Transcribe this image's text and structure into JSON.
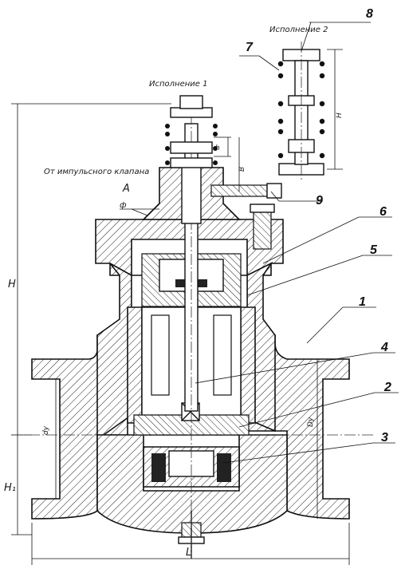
{
  "labels": {
    "variant1": "Исполнение 1",
    "variant2": "Исполнение 2",
    "from_valve": "От импульсного клапана",
    "view_a": "А",
    "phi": "ф"
  },
  "dimensions": {
    "H": "H",
    "H1": "H₁",
    "L": "L",
    "du": "dу",
    "Du": "Dу",
    "h_small": "h",
    "h_variant2": "H",
    "B": "B"
  },
  "callouts": [
    "1",
    "2",
    "3",
    "4",
    "5",
    "6",
    "7",
    "8",
    "9"
  ]
}
